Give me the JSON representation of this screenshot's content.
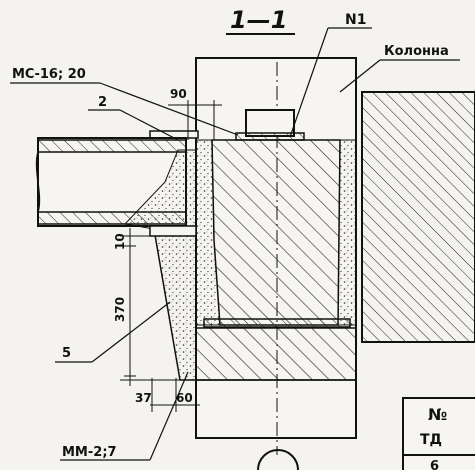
{
  "section_title": "1—1",
  "labels": {
    "n1": "N1",
    "kolonna": "Колонна",
    "mc": "МС-16; 20",
    "two": "2",
    "five": "5",
    "mm": "ММ-2;7"
  },
  "dimensions": {
    "d90": "90",
    "d10": "10",
    "d370": "370",
    "d37": "37",
    "d60": "60"
  },
  "table": {
    "line1": "№",
    "line2": "ТД",
    "line3": "6"
  }
}
